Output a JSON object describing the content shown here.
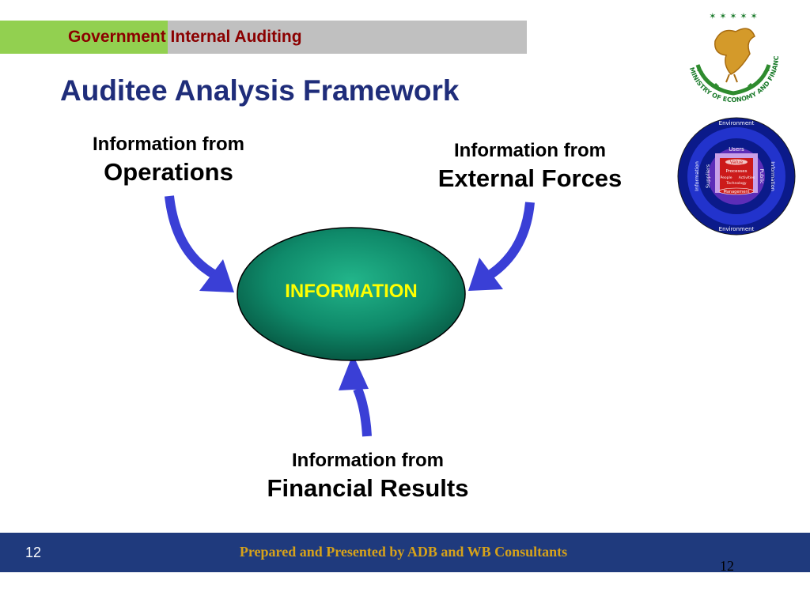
{
  "header": {
    "label": "Government Internal Auditing"
  },
  "title": "Auditee Analysis Framework",
  "sources": {
    "operations": {
      "line1": "Information from",
      "line2": "Operations"
    },
    "external": {
      "line1": "Information from",
      "line2": "External Forces"
    },
    "financial": {
      "line1": "Information from",
      "line2": "Financial Results"
    }
  },
  "center": {
    "label": "INFORMATION"
  },
  "ring_diagram": {
    "outer_top": "Environment",
    "outer_bottom": "Environment",
    "left_outer": "Information",
    "left_inner": "Suppliers",
    "right_outer": "Information",
    "right_inner": "Public",
    "top_inner": "Users",
    "value": "Value",
    "processes": "Processes",
    "people": "People",
    "activities": "Activities",
    "technology": "Technology",
    "management": "Management"
  },
  "logo": {
    "ring_text": "MINISTRY OF ECONOMY AND FINANCE"
  },
  "footer": {
    "page": "12",
    "credit": "Prepared and Presented by ADB and WB Consultants",
    "slide_number": "12"
  },
  "colors": {
    "arrow": "#3a3fd6",
    "title": "#1f2d7a",
    "header_text": "#8b0000",
    "footer": "#1f3a7d",
    "ellipse": "#0f8a6a"
  }
}
